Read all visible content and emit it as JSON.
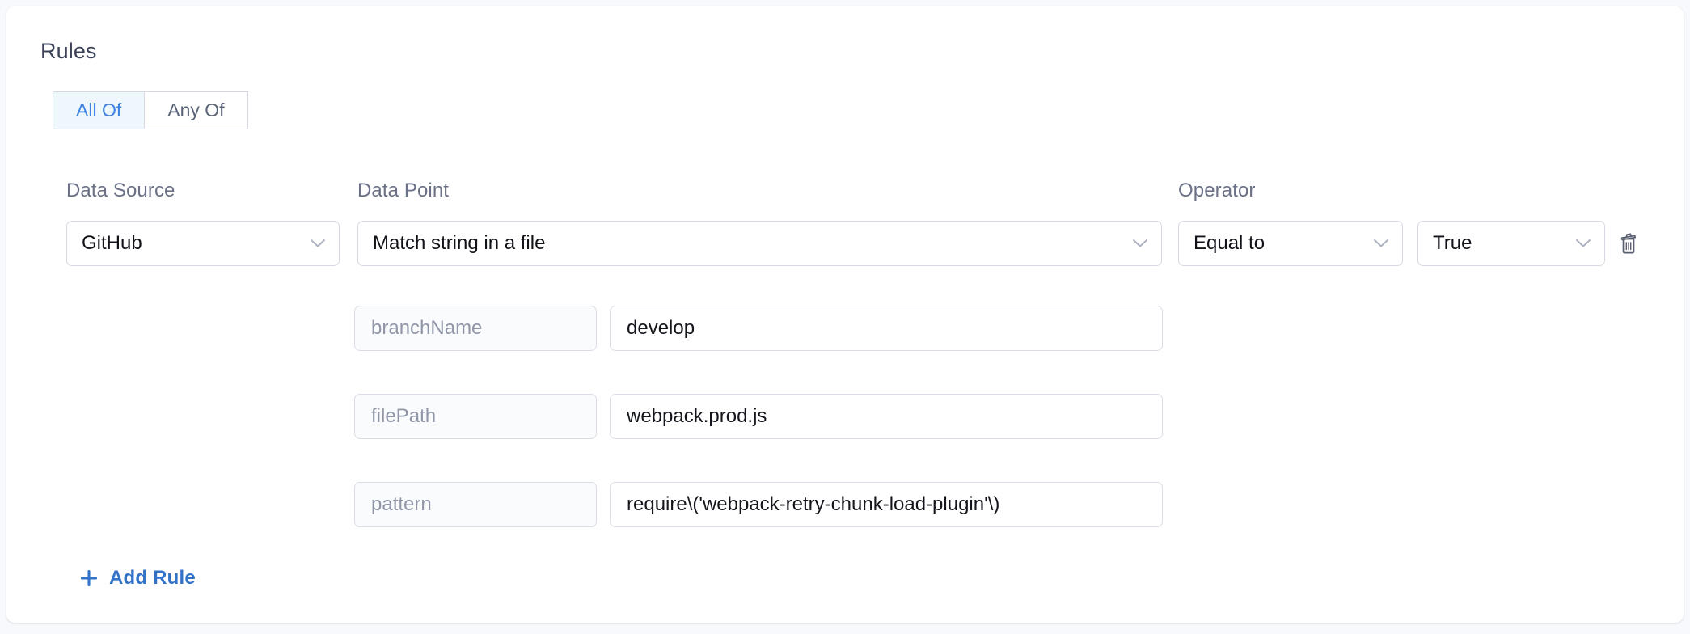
{
  "card": {
    "background": "#ffffff",
    "page_background": "#f7f9fc"
  },
  "section": {
    "title": "Rules"
  },
  "match_mode": {
    "active_color": "#3b82e0",
    "active_background": "#eef7fc",
    "options": [
      {
        "label": "All Of",
        "selected": true
      },
      {
        "label": "Any Of",
        "selected": false
      }
    ]
  },
  "columns": {
    "data_source_label": "Data Source",
    "data_point_label": "Data Point",
    "operator_label": "Operator"
  },
  "rule": {
    "data_source": {
      "value": "GitHub",
      "icon": "chevron-down-icon"
    },
    "data_point": {
      "value": "Match string in a file",
      "icon": "chevron-down-icon"
    },
    "operator": {
      "value": "Equal to",
      "icon": "chevron-down-icon"
    },
    "boolean": {
      "value": "True",
      "icon": "chevron-down-icon"
    },
    "delete": {
      "icon": "trash-icon",
      "color": "#5a6072"
    },
    "parameters": [
      {
        "key": "branchName",
        "value": "develop"
      },
      {
        "key": "filePath",
        "value": "webpack.prod.js"
      },
      {
        "key": "pattern",
        "value": "require\\('webpack-retry-chunk-load-plugin'\\)"
      }
    ]
  },
  "add_rule": {
    "label": "Add Rule",
    "icon": "plus-icon",
    "color": "#3273c8"
  }
}
